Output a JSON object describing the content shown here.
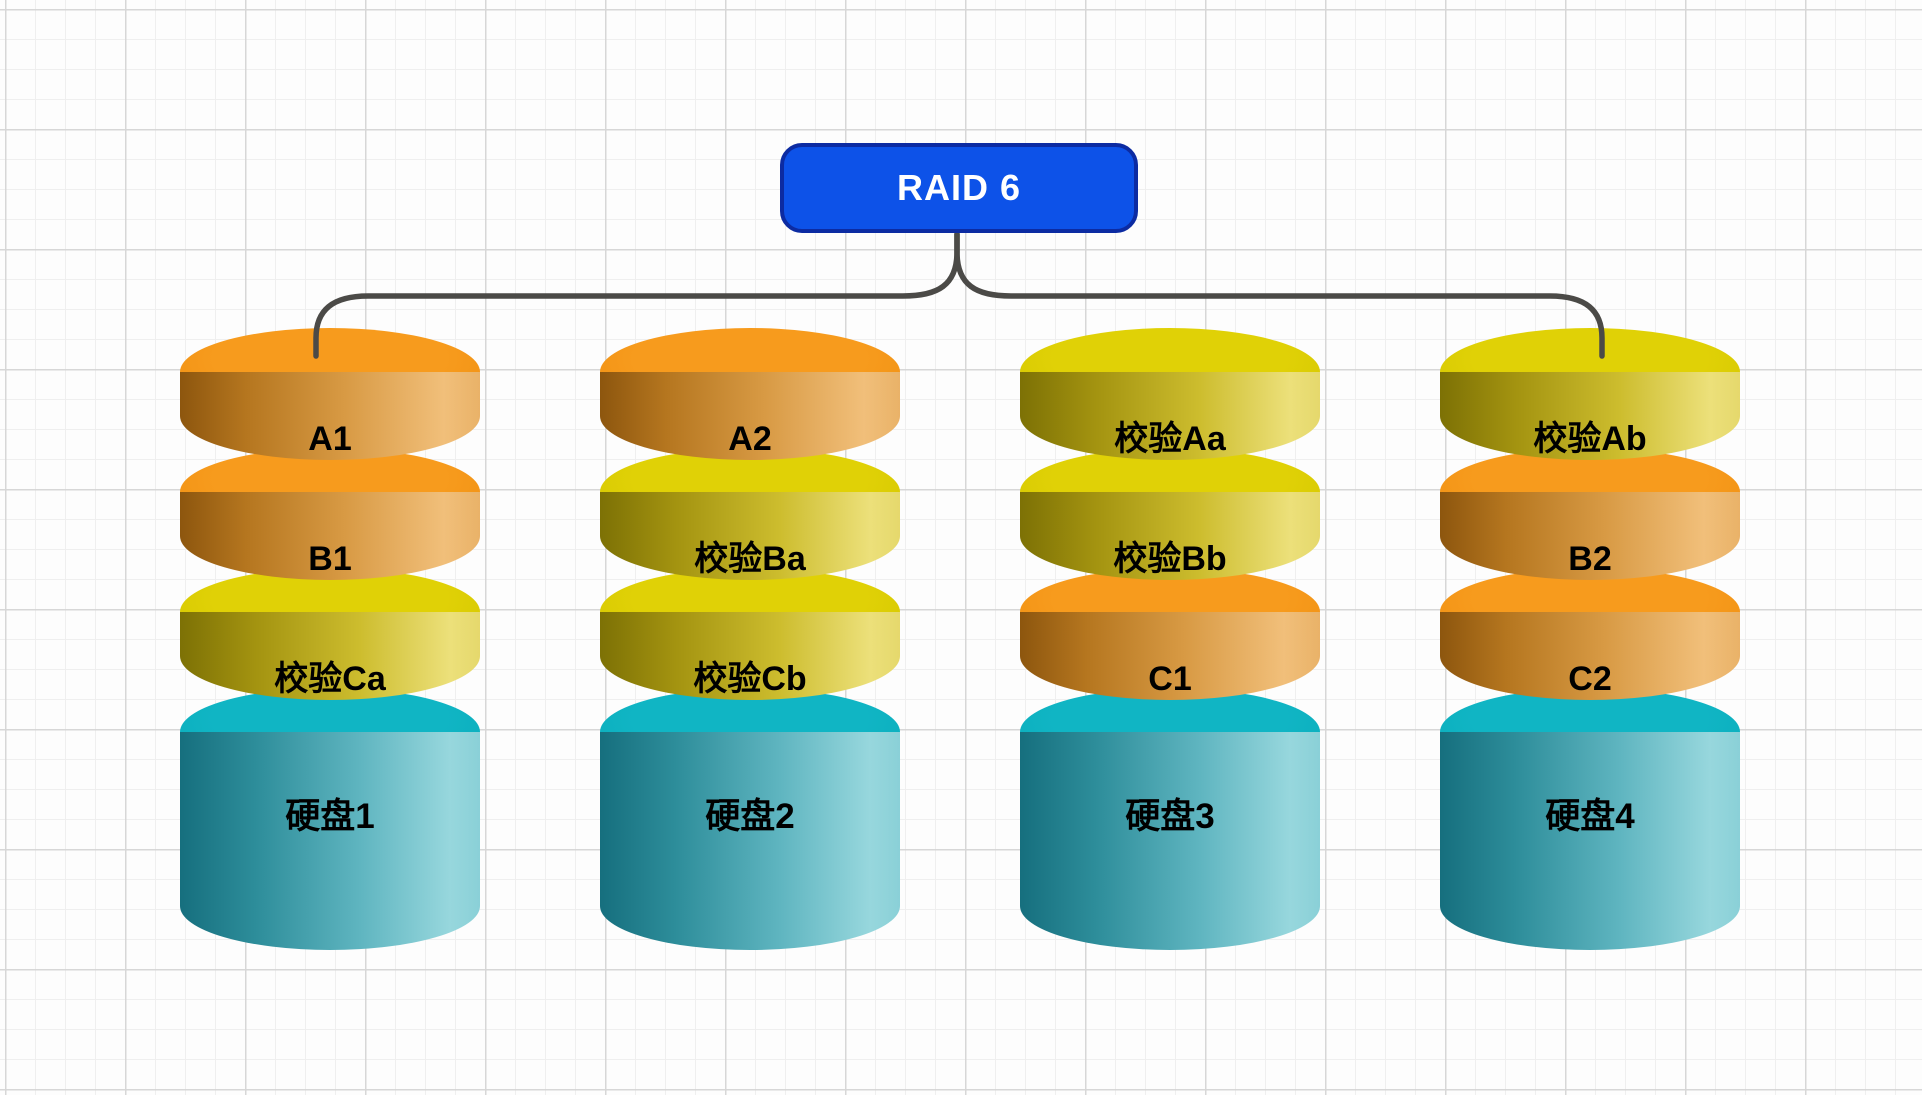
{
  "title": {
    "label": "RAID 6"
  },
  "connector": {
    "color": "#4b4a47",
    "width": "5.5"
  },
  "palette": {
    "canvas_bg": "#fdfdfd",
    "grid_minor": "#efefef",
    "grid_major": "#d7d7d7",
    "box_fill": "#0d52e8",
    "box_border": "#0c2ba2",
    "box_text": "#ffffff",
    "orange_top": "#f49213",
    "orange_side_dark": "#8d560e",
    "orange_side_light": "#f1bf7a",
    "yellow_top": "#dbcc03",
    "yellow_side_dark": "#7d7105",
    "yellow_side_light": "#ece07a",
    "teal_top": "#0cb0bf",
    "teal_side_dark": "#166f7e",
    "teal_side_light": "#97d7dd",
    "label_text": "#000000"
  },
  "disks": [
    {
      "name": "disk-1",
      "segments": [
        {
          "label": "A1",
          "color": "orange"
        },
        {
          "label": "B1",
          "color": "orange"
        },
        {
          "label": "校验Ca",
          "color": "yellow"
        },
        {
          "label": "硬盘1",
          "color": "teal"
        }
      ]
    },
    {
      "name": "disk-2",
      "segments": [
        {
          "label": "A2",
          "color": "orange"
        },
        {
          "label": "校验Ba",
          "color": "yellow"
        },
        {
          "label": "校验Cb",
          "color": "yellow"
        },
        {
          "label": "硬盘2",
          "color": "teal"
        }
      ]
    },
    {
      "name": "disk-3",
      "segments": [
        {
          "label": "校验Aa",
          "color": "yellow"
        },
        {
          "label": "校验Bb",
          "color": "yellow"
        },
        {
          "label": "C1",
          "color": "orange"
        },
        {
          "label": "硬盘3",
          "color": "teal"
        }
      ]
    },
    {
      "name": "disk-4",
      "segments": [
        {
          "label": "校验Ab",
          "color": "yellow"
        },
        {
          "label": "B2",
          "color": "orange"
        },
        {
          "label": "C2",
          "color": "orange"
        },
        {
          "label": "硬盘4",
          "color": "teal"
        }
      ]
    }
  ]
}
